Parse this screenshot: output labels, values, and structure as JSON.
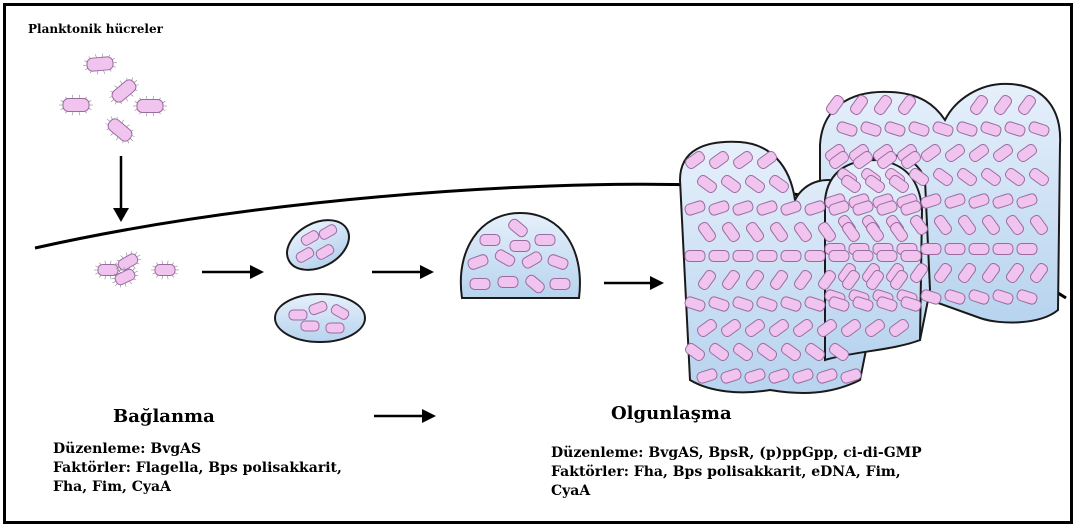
{
  "labels": {
    "planktonic": "Planktonik hücreler",
    "attachment_title": "Bağlanma",
    "maturation_title": "Olgunlaşma"
  },
  "attachment": {
    "regulation_label": "Düzenleme:",
    "regulation_value": "BvgAS",
    "factors_label": "Faktörler:",
    "factors_line1": "Flagella, Bps polisakkarit,",
    "factors_line2": "Fha, Fim, CyaA"
  },
  "maturation": {
    "regulation_label": "Düzenleme:",
    "regulation_value": "BvgAS, BpsR, (p)ppGpp, ci-di-GMP",
    "factors_label": "Faktörler:",
    "factors_line1": "Fha, Bps polisakkarit, eDNA, Fim,",
    "factors_line2": "CyaA"
  },
  "colors": {
    "cell_fill": "#f0c4ee",
    "cell_stroke": "#9a6ba0",
    "matrix_fill": "#cfe2f5",
    "matrix_stroke": "#1a1a1a",
    "arrow": "#000000"
  }
}
